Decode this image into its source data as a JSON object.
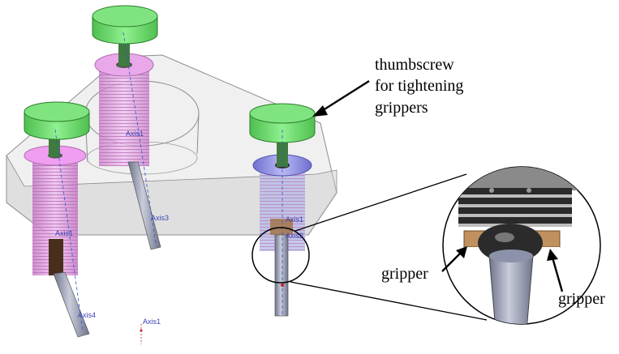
{
  "annotations": {
    "thumbscrew_line1": "thumbscrew",
    "thumbscrew_line2": "for tightening",
    "thumbscrew_line3": "grippers",
    "gripper_left": "gripper",
    "gripper_right": "gripper"
  },
  "axis_labels": {
    "axis1_top": "Axis1",
    "axis1_bottom": "Axis1",
    "axis2": "Axis2",
    "axis3": "Axis3",
    "axis4": "Axis4",
    "axis_right": "Axis1",
    "axis_left": "Axis1"
  },
  "colors": {
    "knob": "#6fd86f",
    "collar_pink": "#e79be7",
    "collar_blue": "#8f8fe8",
    "frame": "#e2e2e2",
    "rod": "#9aa0b8",
    "axis_text": "#3b43b5"
  }
}
